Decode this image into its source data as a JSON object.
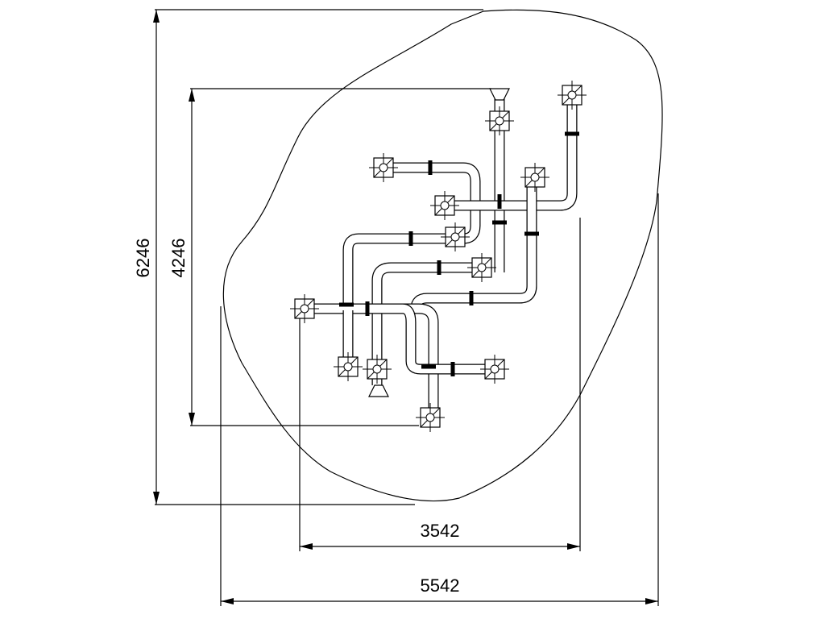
{
  "dimensions": {
    "total_height": "6246",
    "inner_height": "4246",
    "inner_width": "3542",
    "total_width": "5542"
  },
  "colors": {
    "line": "#000000",
    "background": "#ffffff"
  }
}
